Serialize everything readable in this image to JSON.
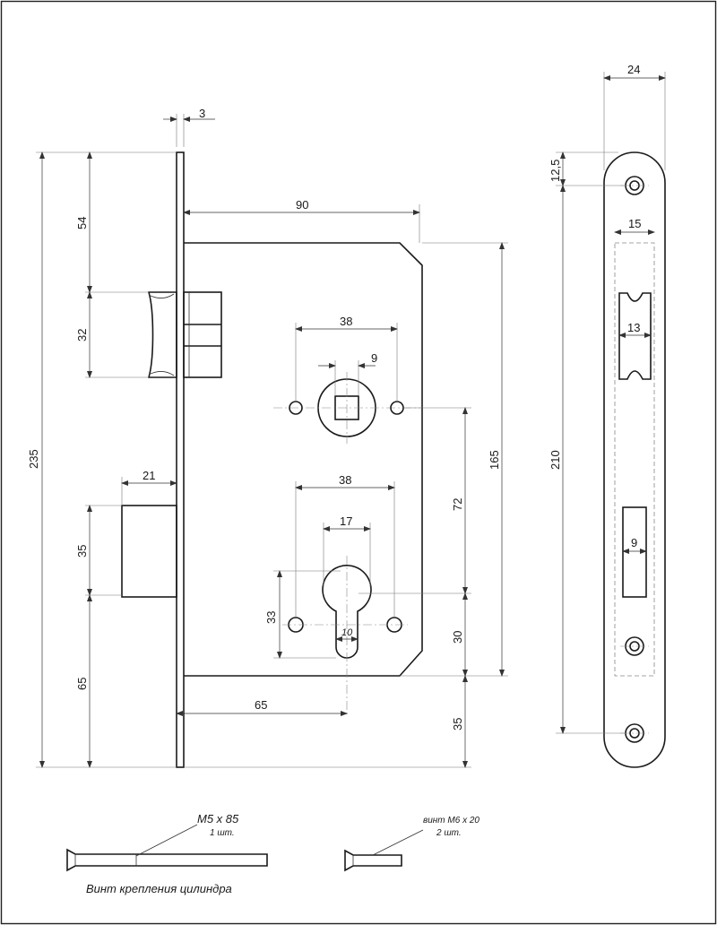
{
  "dimensions": {
    "faceplate_thickness": "3",
    "body_depth": "90",
    "total_height": "235",
    "latch_from_top": "54",
    "latch_height": "32",
    "deadbolt_projection": "21",
    "deadbolt_height": "35",
    "deadbolt_from_bottom": "65",
    "spindle_holes_spacing": "38",
    "spindle_square": "9",
    "body_height": "165",
    "spindle_to_cylinder": "72",
    "cylinder_holes_spacing": "38",
    "cylinder_width": "17",
    "cylinder_height": "33",
    "cylinder_slot": "10",
    "cylinder_to_body_bottom": "30",
    "backset": "65",
    "body_bottom_to_plate_bottom": "35",
    "strike_width": "24",
    "strike_top_hole": "12,5",
    "strike_latch_window": "15",
    "strike_latch_opening": "13",
    "strike_holes_spacing": "210",
    "strike_bolt_window": "9"
  },
  "parts": {
    "screw_long_spec": "M5 x 85",
    "screw_long_qty": "1 шт.",
    "screw_short_spec": "винт М6 х 20",
    "screw_short_qty": "2 шт.",
    "caption": "Винт крепления цилиндра"
  }
}
